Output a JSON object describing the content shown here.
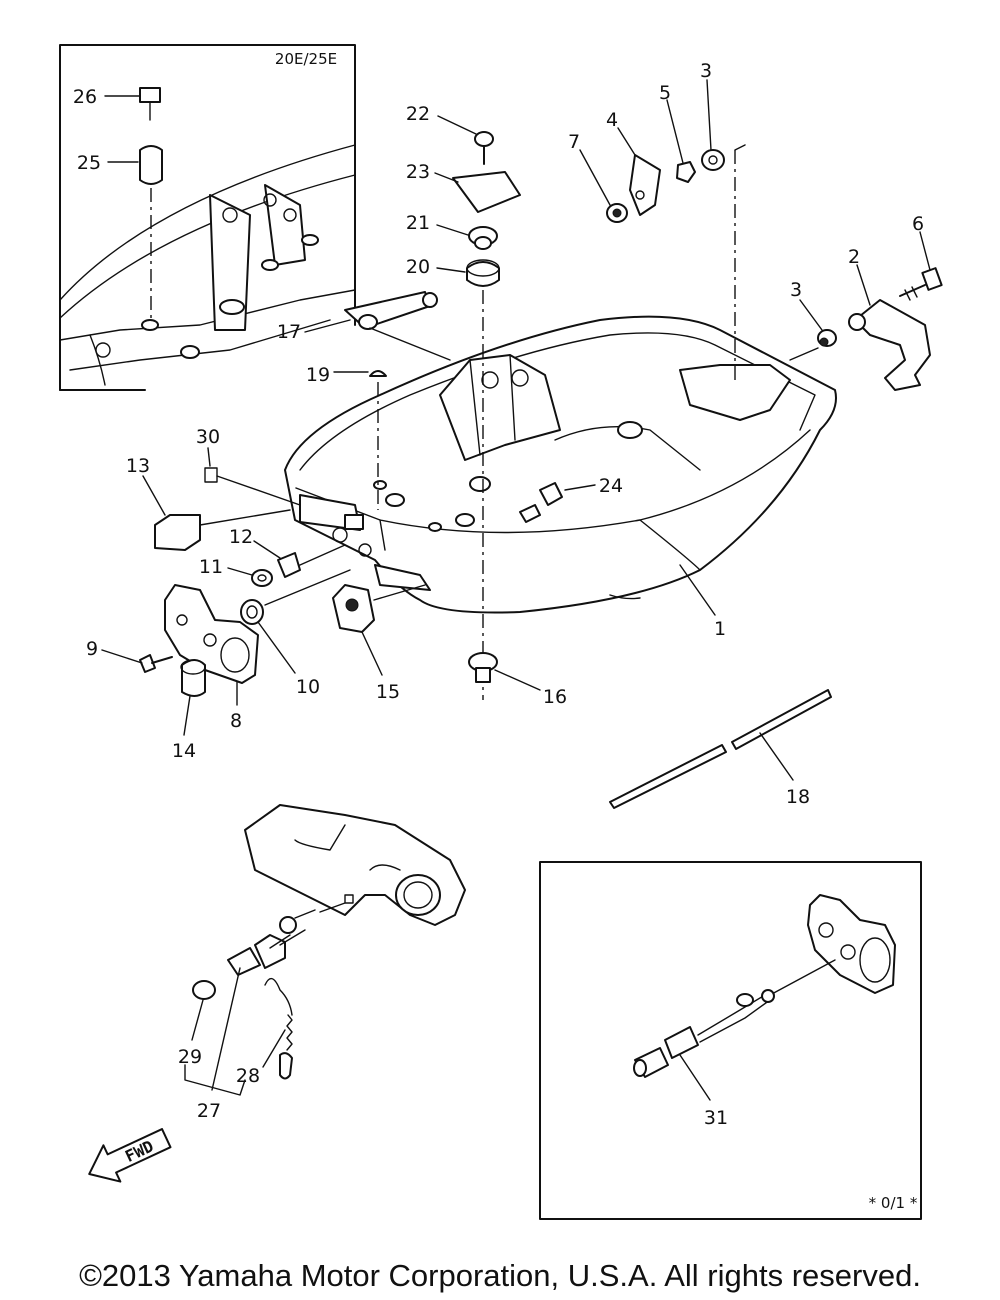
{
  "inset_top_label": "20E/25E",
  "inset_bottom_label": "* 0/1 *",
  "fwd_label": "FWD",
  "copyright": "©2013 Yamaha Motor Corporation, U.S.A. All rights reserved.",
  "callouts": [
    "1",
    "2",
    "3",
    "3",
    "4",
    "5",
    "6",
    "7",
    "8",
    "9",
    "10",
    "11",
    "12",
    "13",
    "14",
    "15",
    "16",
    "17",
    "18",
    "19",
    "20",
    "21",
    "22",
    "23",
    "24",
    "25",
    "26",
    "27",
    "28",
    "29",
    "30",
    "31"
  ]
}
